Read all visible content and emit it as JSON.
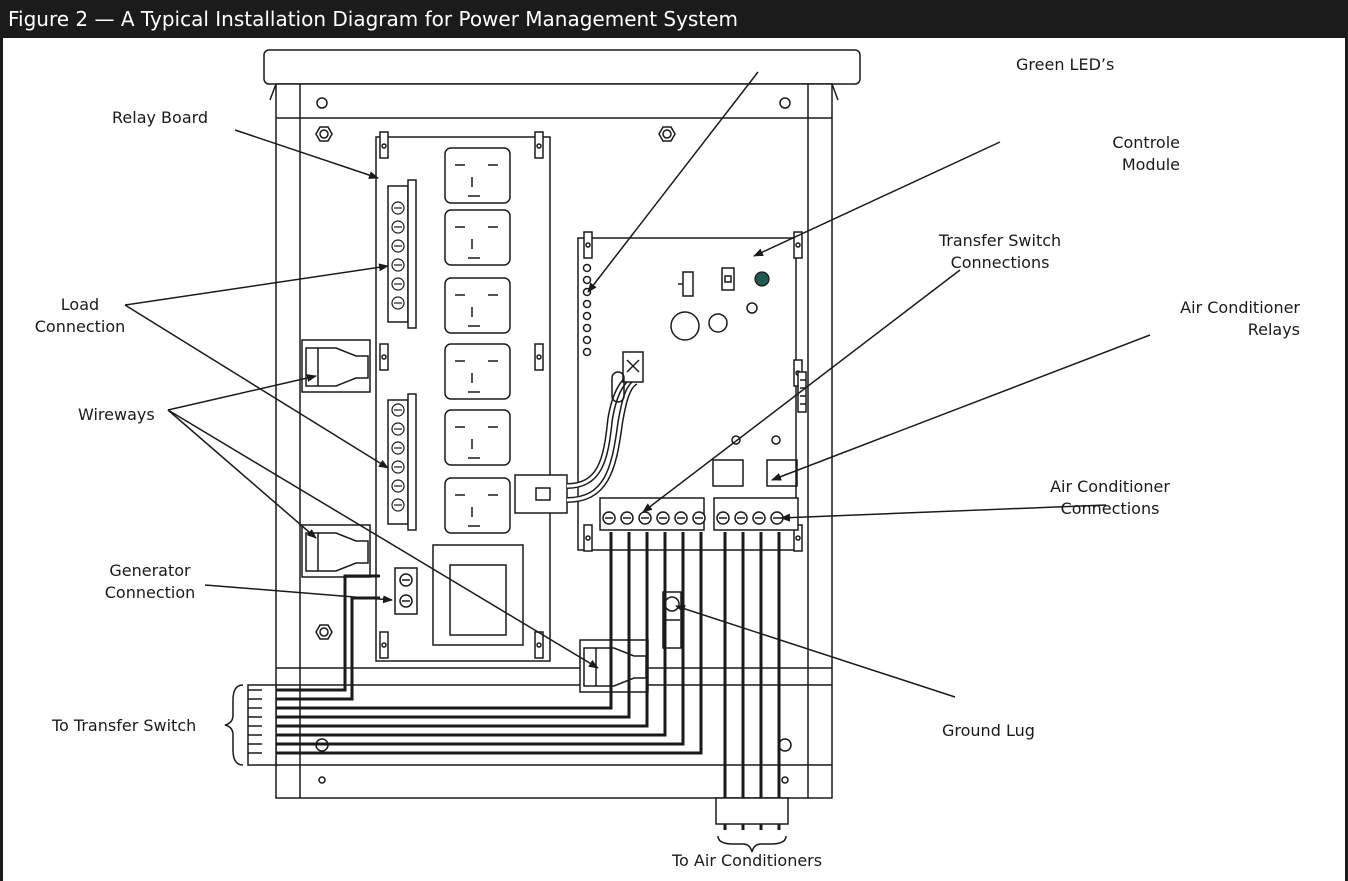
{
  "figure": {
    "title": "Figure 2 — A Typical Installation Diagram for Power Management System"
  },
  "labels": {
    "relay_board": "Relay Board",
    "green_leds": "Green LED’s",
    "control_module_1": "Controle",
    "control_module_2": "Module",
    "transfer_switch_conn_1": "Transfer Switch",
    "transfer_switch_conn_2": "Connections",
    "air_cond_relays_1": "Air Conditioner",
    "air_cond_relays_2": "Relays",
    "load_connection_1": "Load",
    "load_connection_2": "Connection",
    "wireways": "Wireways",
    "air_cond_conn_1": "Air Conditioner",
    "air_cond_conn_2": "Connections",
    "generator_connection_1": "Generator",
    "generator_connection_2": "Connection",
    "to_transfer_switch": "To Transfer Switch",
    "ground_lug": "Ground Lug",
    "to_air_conditioners": "To Air Conditioners"
  },
  "colors": {
    "title_background": "#1b1b1b",
    "title_text": "#ffffff",
    "line": "#1a1a1a",
    "status_led": "#1f5a4c"
  }
}
